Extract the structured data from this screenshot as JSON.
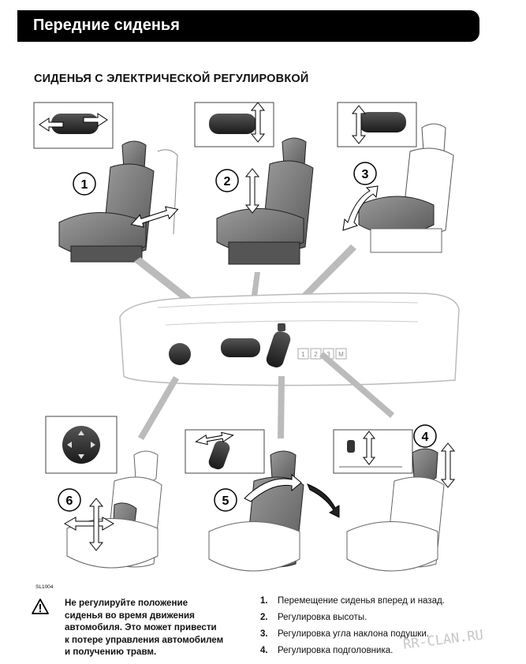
{
  "header": {
    "title": "Передние сиденья"
  },
  "section_heading": "СИДЕНЬЯ С ЭЛЕКТРИЧЕСКОЙ РЕГУЛИРОВКОЙ",
  "figure": {
    "code": "SL1004",
    "callouts": [
      "1",
      "2",
      "3",
      "4",
      "5",
      "6"
    ],
    "memory_buttons": [
      "1",
      "2",
      "3",
      "M"
    ]
  },
  "warning": {
    "icon": "warning-triangle-icon",
    "lines": [
      "Не регулируйте положение",
      "сиденья во время движения",
      "автомобиля. Это может привести",
      "к потере управления автомобилем",
      "и получению травм."
    ]
  },
  "steps": [
    {
      "num": "1.",
      "text": "Перемещение сиденья вперед и назад."
    },
    {
      "num": "2.",
      "text": "Регулировка высоты."
    },
    {
      "num": "3.",
      "text": "Регулировка угла наклона подушки."
    },
    {
      "num": "4.",
      "text": "Регулировка подголовника."
    }
  ],
  "watermark": "RR-CLAN.RU"
}
